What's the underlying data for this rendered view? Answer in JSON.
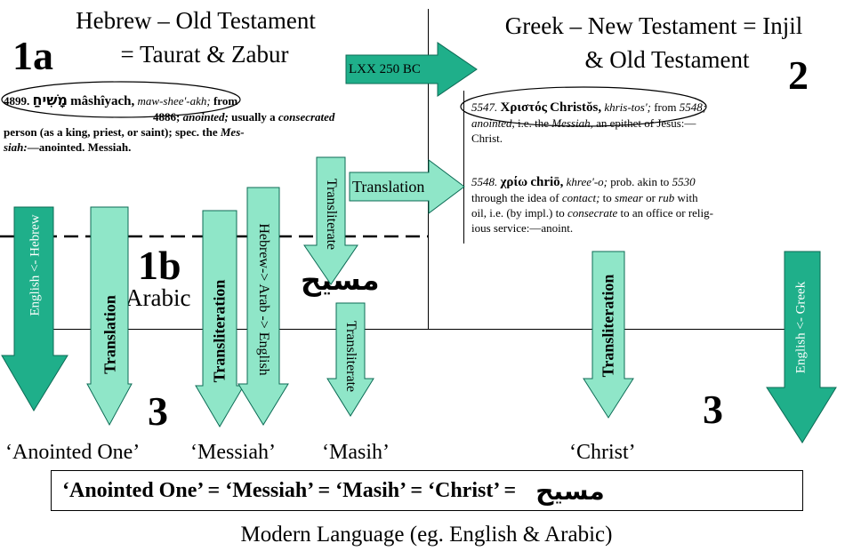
{
  "headings": {
    "hebrew_line1": "Hebrew – Old Testament",
    "hebrew_line2": "= Taurat & Zabur",
    "greek_line1": "Greek – New Testament  = Injil",
    "greek_line2": "& Old Testament"
  },
  "markers": {
    "m1a": "1a",
    "m1b": "1b",
    "m2": "2",
    "m3_left": "3",
    "m3_right": "3"
  },
  "arabic_label": "Arabic",
  "arabic_word": "مسيح",
  "arrows": {
    "lxx": "LXX  250 BC",
    "translation_right": "Translation",
    "english_hebrew": "English <- Hebrew",
    "translation": "Translation",
    "transliteration_left": "Transliteration",
    "hebrew_arab_english": "Hebrew-> Arab -> English",
    "transliterate_top": "Transliterate",
    "transliterate_low": "Transliterate",
    "transliteration_right": "Transliteration",
    "english_greek": "English <- Greek"
  },
  "hebrew_entry": {
    "number": "4899.",
    "hebrew_script": "מָשִׁיחַ",
    "headword": "mâshîyach,",
    "pron": "maw-shee'-akh;",
    "from": "from",
    "ref": "4886;",
    "gloss1": "anointed;",
    "line2_rest": "usually a",
    "consecrated": "consecrated",
    "line3": "person (as a king, priest, or saint); spec. the",
    "mes": "Mes-",
    "siah": "siah:",
    "line4_rest": "—anointed. Messiah."
  },
  "greek_entry1": {
    "number": "5547.",
    "greek_script": "Χριστός",
    "headword": "Christŏs,",
    "pron": "khris-tos';",
    "from": "from",
    "ref": "5548;",
    "anointed": "anointed,",
    "ie": "i.e. the",
    "messiah": "Messiah,",
    "epithet": "an epithet of Jesus:—",
    "christ": "Christ."
  },
  "greek_entry2": {
    "number": "5548.",
    "greek_script": "χρίω",
    "headword": "chriō,",
    "pron": "khree'-o;",
    "prob": "prob. akin to",
    "ref": "5530",
    "line2": "through the idea of",
    "contact": "contact;",
    "to_smear": "to",
    "smear": "smear",
    "or": "or",
    "rub": "rub",
    "with": "with",
    "line3": "oil, i.e. (by impl.) to",
    "consecrate": "consecrate",
    "line3b": "to an office or relig-",
    "line4": "ious service:—anoint."
  },
  "bottom_labels": {
    "anointed_one": "‘Anointed One’",
    "messiah": "‘Messiah’",
    "masih": "‘Masih’",
    "christ": "‘Christ’"
  },
  "equation": "‘Anointed One’ = ‘Messiah’ = ‘Masih’ = ‘Christ’ =",
  "footer": "Modern Language  (eg. English & Arabic)",
  "colors": {
    "arrow_dark": "#1faf8a",
    "arrow_light": "#8fe6c8",
    "stroke": "#0c6b55"
  }
}
